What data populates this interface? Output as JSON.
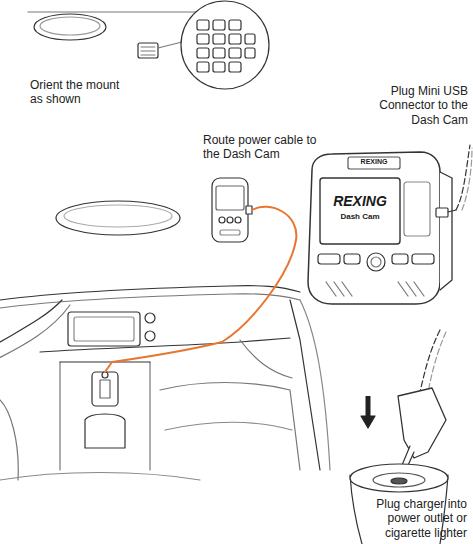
{
  "diagram": {
    "labels": [
      "Orient the mount as shown",
      "Route power cable to the Dash Cam",
      "Plug Mini USB Connector to the Dash Cam",
      "Plug charger into power outlet or cigarette lighter",
      "REXING",
      "REXING",
      "Dash Cam"
    ]
  }
}
